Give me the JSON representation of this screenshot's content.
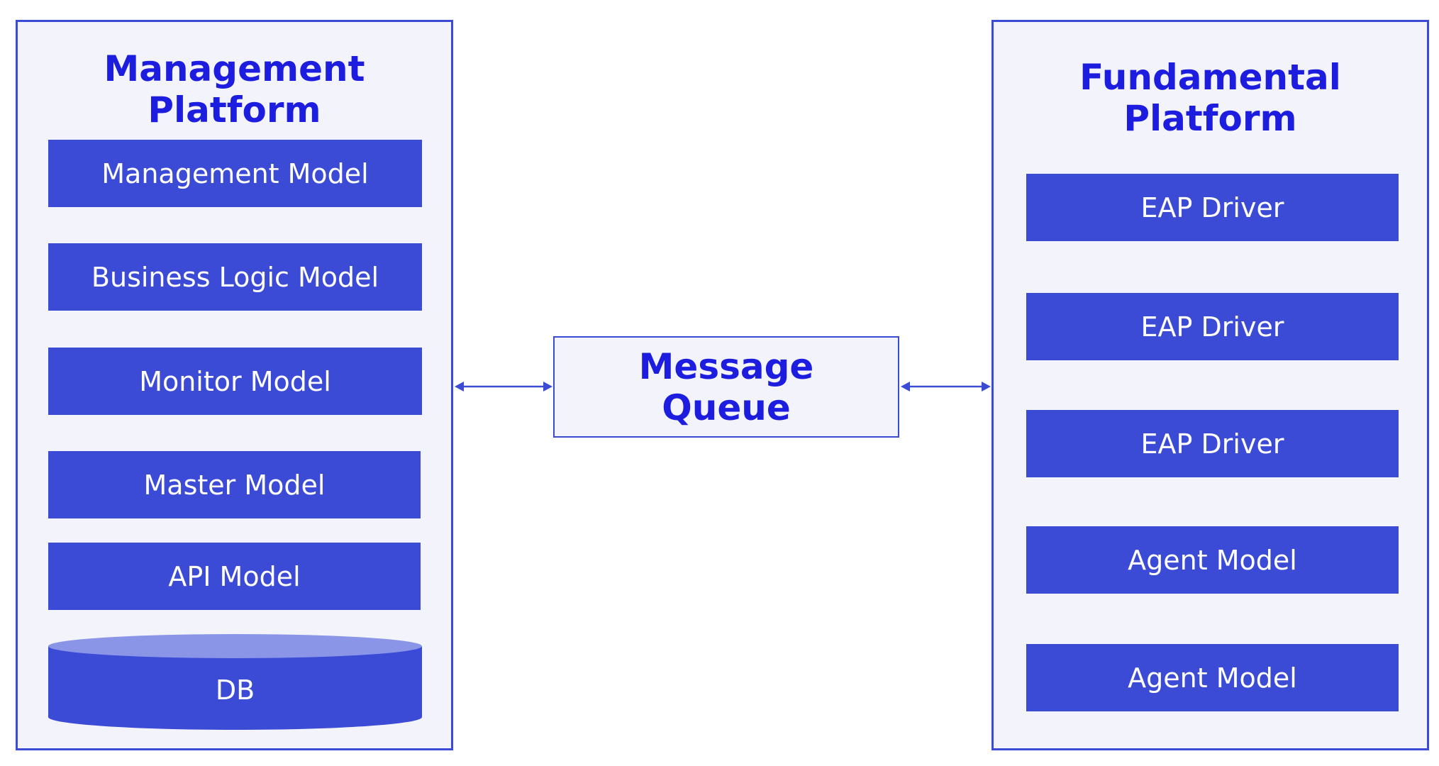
{
  "colors": {
    "accent": "#3b4bd6",
    "title_text": "#1d1de0",
    "panel_background": "#f3f3fb",
    "block_text": "#ffffff",
    "db_top": "#8b95e8"
  },
  "management_platform": {
    "title_line1": "Management",
    "title_line2": "Platform",
    "modules": [
      "Management Model",
      "Business Logic Model",
      "Monitor Model",
      "Master Model",
      "API Model"
    ],
    "database": "DB"
  },
  "message_queue": {
    "line1": "Message",
    "line2": "Queue"
  },
  "fundamental_platform": {
    "title_line1": "Fundamental",
    "title_line2": "Platform",
    "modules": [
      "EAP Driver",
      "EAP Driver",
      "EAP Driver",
      "Agent Model",
      "Agent Model"
    ]
  }
}
